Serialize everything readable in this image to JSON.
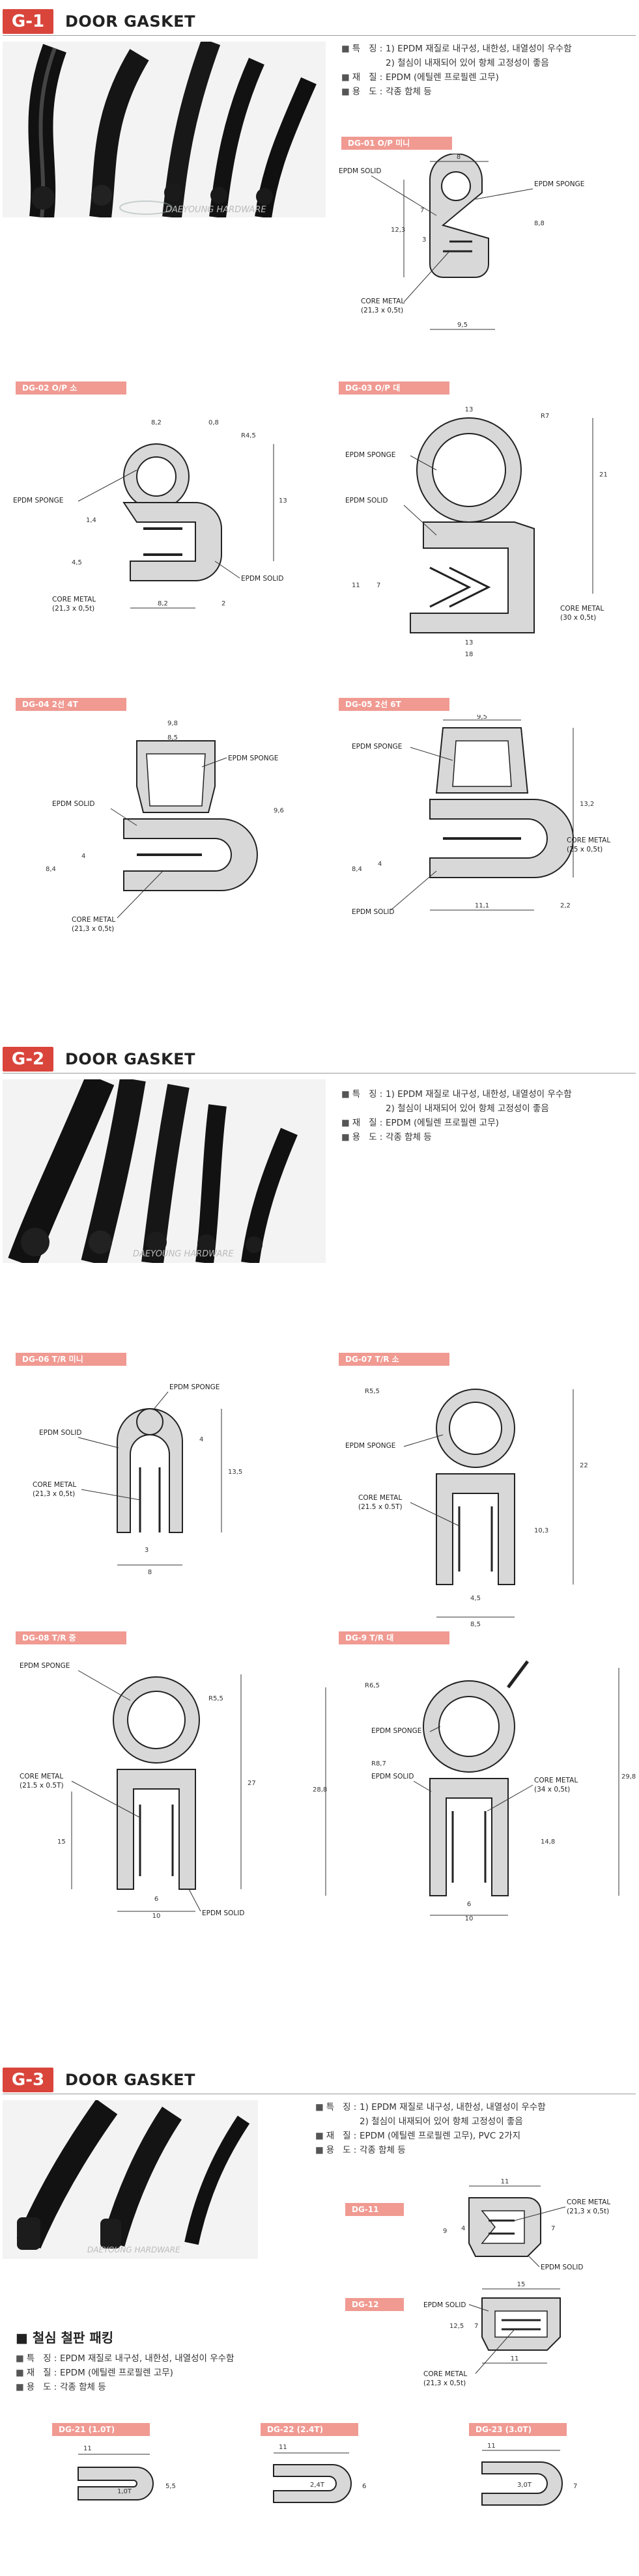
{
  "sections": [
    {
      "badge": "G-1",
      "title": "DOOR GASKET",
      "specs": [
        {
          "k": "특",
          "k2": "징",
          "v": [
            "1) EPDM 재질로 내구성, 내한성, 내열성이 우수함",
            "2) 철심이 내재되어 있어 항체 고정성이 좋음"
          ]
        },
        {
          "k": "재",
          "k2": "질",
          "v": [
            "EPDM (에틸렌 프로필렌 고무)"
          ]
        },
        {
          "k": "용",
          "k2": "도",
          "v": [
            "각종 함체 등"
          ]
        }
      ]
    },
    {
      "badge": "G-2",
      "title": "DOOR GASKET",
      "specs": [
        {
          "k": "특",
          "k2": "징",
          "v": [
            "1) EPDM 재질로 내구성, 내한성, 내열성이 우수함",
            "2) 철심이 내재되어 있어 항체 고정성이 좋음"
          ]
        },
        {
          "k": "재",
          "k2": "질",
          "v": [
            "EPDM (에틸렌 프로필렌 고무)"
          ]
        },
        {
          "k": "용",
          "k2": "도",
          "v": [
            "각종 함체 등"
          ]
        }
      ]
    },
    {
      "badge": "G-3",
      "title": "DOOR GASKET",
      "specs": [
        {
          "k": "특",
          "k2": "징",
          "v": [
            "1) EPDM 재질로 내구성, 내한성, 내열성이 우수함",
            "2) 철심이 내재되어 있어 항체 고정성이 좋음"
          ]
        },
        {
          "k": "재",
          "k2": "질",
          "v": [
            "EPDM (에틸렌 프로필렌 고무), PVC 2가지"
          ]
        },
        {
          "k": "용",
          "k2": "도",
          "v": [
            "각종 함체 등"
          ]
        }
      ]
    }
  ],
  "watermark": "DAEYOUNG HARDWARE",
  "tags": {
    "dg01": "DG-01 O/P 미니",
    "dg02": "DG-02 O/P 소",
    "dg03": "DG-03 O/P 대",
    "dg04": "DG-04 2선 4T",
    "dg05": "DG-05 2선 6T",
    "dg06": "DG-06 T/R 미니",
    "dg07": "DG-07 T/R 소",
    "dg08": "DG-08 T/R 중",
    "dg09": "DG-9 T/R 대",
    "dg11": "DG-11",
    "dg12": "DG-12",
    "dg21": "DG-21 (1.0T)",
    "dg22": "DG-22 (2.4T)",
    "dg23": "DG-23 (3.0T)"
  },
  "labels": {
    "epdm_solid": "EPDM SOLID",
    "epdm_sponge": "EPDM SPONGE",
    "core_metal": "CORE METAL",
    "core_21": "(21,3 x 0,5t)",
    "core_215": "(21.5 x 0.5T)",
    "core_30": "(30 x 0,5t)",
    "core_25": "(25 x 0,5t)",
    "core_34": "(34 x 0,5t)"
  },
  "dims": {
    "dg01": {
      "a": "8",
      "b": "12,3",
      "c": "7",
      "d": "3",
      "e": "8,8",
      "f": "9,5"
    },
    "dg02": {
      "a": "8,2",
      "b": "0,8",
      "c": "R4,5",
      "d": "13",
      "e": "1,4",
      "f": "4,5",
      "g": "8,2",
      "h": "2"
    },
    "dg03": {
      "a": "13",
      "b": "R7",
      "c": "21",
      "d": "11",
      "e": "7",
      "f": "13",
      "g": "18"
    },
    "dg04": {
      "a": "9,8",
      "b": "8,5",
      "c": "9,6",
      "d": "8,4",
      "e": "4"
    },
    "dg05": {
      "a": "9,5",
      "b": "13,2",
      "c": "8,4",
      "d": "4",
      "e": "11,1",
      "f": "2,2"
    },
    "dg06": {
      "a": "4",
      "b": "13,5",
      "c": "3",
      "d": "8"
    },
    "dg07": {
      "a": "R5,5",
      "b": "22",
      "c": "10,3",
      "d": "4,5",
      "e": "8,5"
    },
    "dg08": {
      "a": "R5,5",
      "b": "27",
      "c": "15",
      "d": "6",
      "e": "10"
    },
    "dg09": {
      "a": "R6,5",
      "b": "R8,7",
      "c": "28,8",
      "d": "29,8",
      "e": "14,8",
      "f": "6",
      "g": "10"
    },
    "dg11": {
      "a": "11",
      "b": "9",
      "c": "4",
      "d": "7"
    },
    "dg12": {
      "a": "15",
      "b": "12,5",
      "c": "7",
      "d": "11"
    },
    "dg21": {
      "a": "11",
      "b": "1,0T",
      "c": "5,5"
    },
    "dg22": {
      "a": "11",
      "b": "2,4T",
      "c": "6"
    },
    "dg23": {
      "a": "11",
      "b": "3,0T",
      "c": "7"
    }
  },
  "plate": {
    "title": "철심 철판 패킹",
    "specs": [
      {
        "k": "특",
        "k2": "징",
        "v": [
          "EPDM 재질로 내구성, 내한성, 내열성이 우수함"
        ]
      },
      {
        "k": "재",
        "k2": "질",
        "v": [
          "EPDM (에틸렌 프로필렌 고무)"
        ]
      },
      {
        "k": "용",
        "k2": "도",
        "v": [
          "각종 함체 등"
        ]
      }
    ]
  }
}
